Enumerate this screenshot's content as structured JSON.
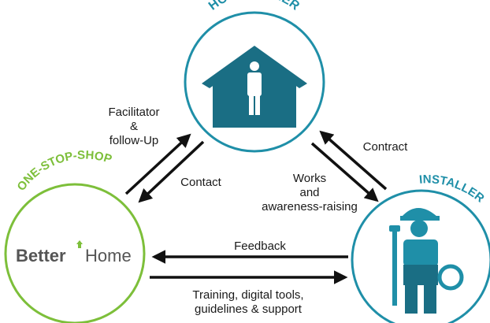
{
  "nodes": {
    "home_owner": {
      "title": "HOME-OWNER",
      "color": "#1f8fa8",
      "icon": "house-person-icon"
    },
    "one_stop_shop": {
      "title": "ONE-STOP-SHOP",
      "color": "#7dbf3a",
      "logo_text_bold": "Better",
      "logo_text_light": "Home"
    },
    "installer": {
      "title": "INSTALLER",
      "color": "#1f8fa8",
      "icon": "installer-worker-icon"
    }
  },
  "edges": {
    "facilitator": [
      "Facilitator",
      "&",
      "follow-Up"
    ],
    "contact": "Contact",
    "contract": "Contract",
    "works": [
      "Works",
      "and",
      "awareness-raising"
    ],
    "feedback": "Feedback",
    "training": [
      "Training, digital tools,",
      "guidelines & support"
    ]
  },
  "colors": {
    "teal": "#1f8fa8",
    "dark_teal": "#1a6e84",
    "green": "#7dbf3a",
    "arrow": "#111111",
    "logo_gray": "#555555"
  }
}
